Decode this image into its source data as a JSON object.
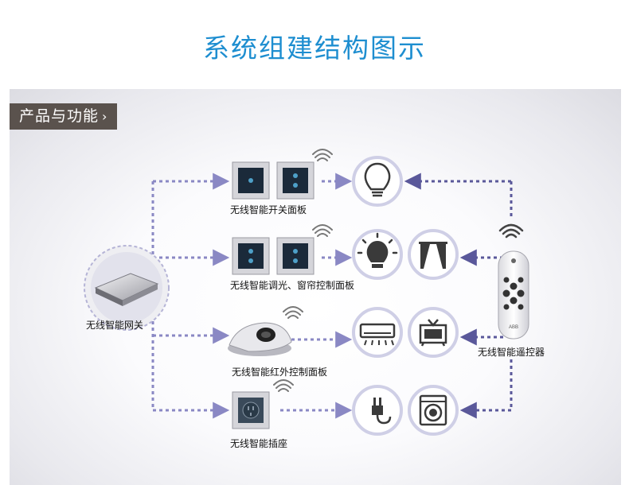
{
  "title": "系统组建结构图示",
  "section": {
    "label": "产品与功能",
    "chevron": "›"
  },
  "nodes": {
    "gateway": "无线智能网关",
    "switch_panel": "无线智能开关面板",
    "dimmer_curtain_panel": "无线智能调光、窗帘控制面板",
    "ir_panel": "无线智能红外控制面板",
    "socket": "无线智能插座",
    "remote": "无线智能遥控器"
  },
  "remote_brand": "ABB",
  "icons": [
    "bulb-icon",
    "glowing-bulb-icon",
    "curtain-icon",
    "air-conditioner-icon",
    "tv-icon",
    "plug-icon",
    "washing-machine-icon",
    "wifi-signal-icon"
  ],
  "colors": {
    "title": "#1e8ed0",
    "arrow": "#8a88c4",
    "icon_ring": "#cfcfe6",
    "tag_bg": "#5a524d"
  }
}
